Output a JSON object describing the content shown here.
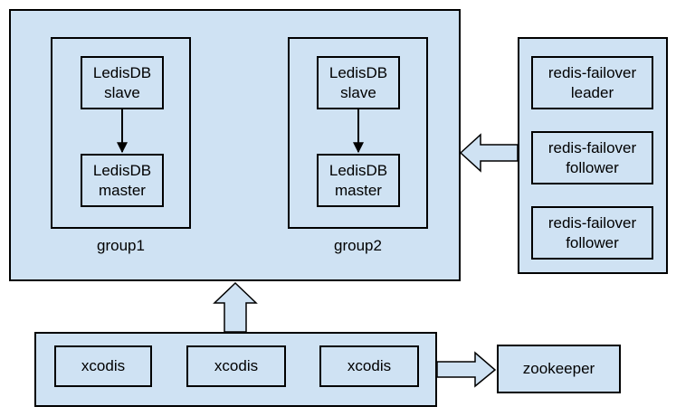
{
  "colors": {
    "fill": "#cfe2f3",
    "stroke": "#000000"
  },
  "groups": [
    {
      "label": "group1",
      "slave": "LedisDB\nslave",
      "master": "LedisDB\nmaster"
    },
    {
      "label": "group2",
      "slave": "LedisDB\nslave",
      "master": "LedisDB\nmaster"
    }
  ],
  "failover": [
    "redis-failover\nleader",
    "redis-failover\nfollower",
    "redis-failover\nfollower"
  ],
  "proxies": [
    "xcodis",
    "xcodis",
    "xcodis"
  ],
  "coordinator": "zookeeper"
}
